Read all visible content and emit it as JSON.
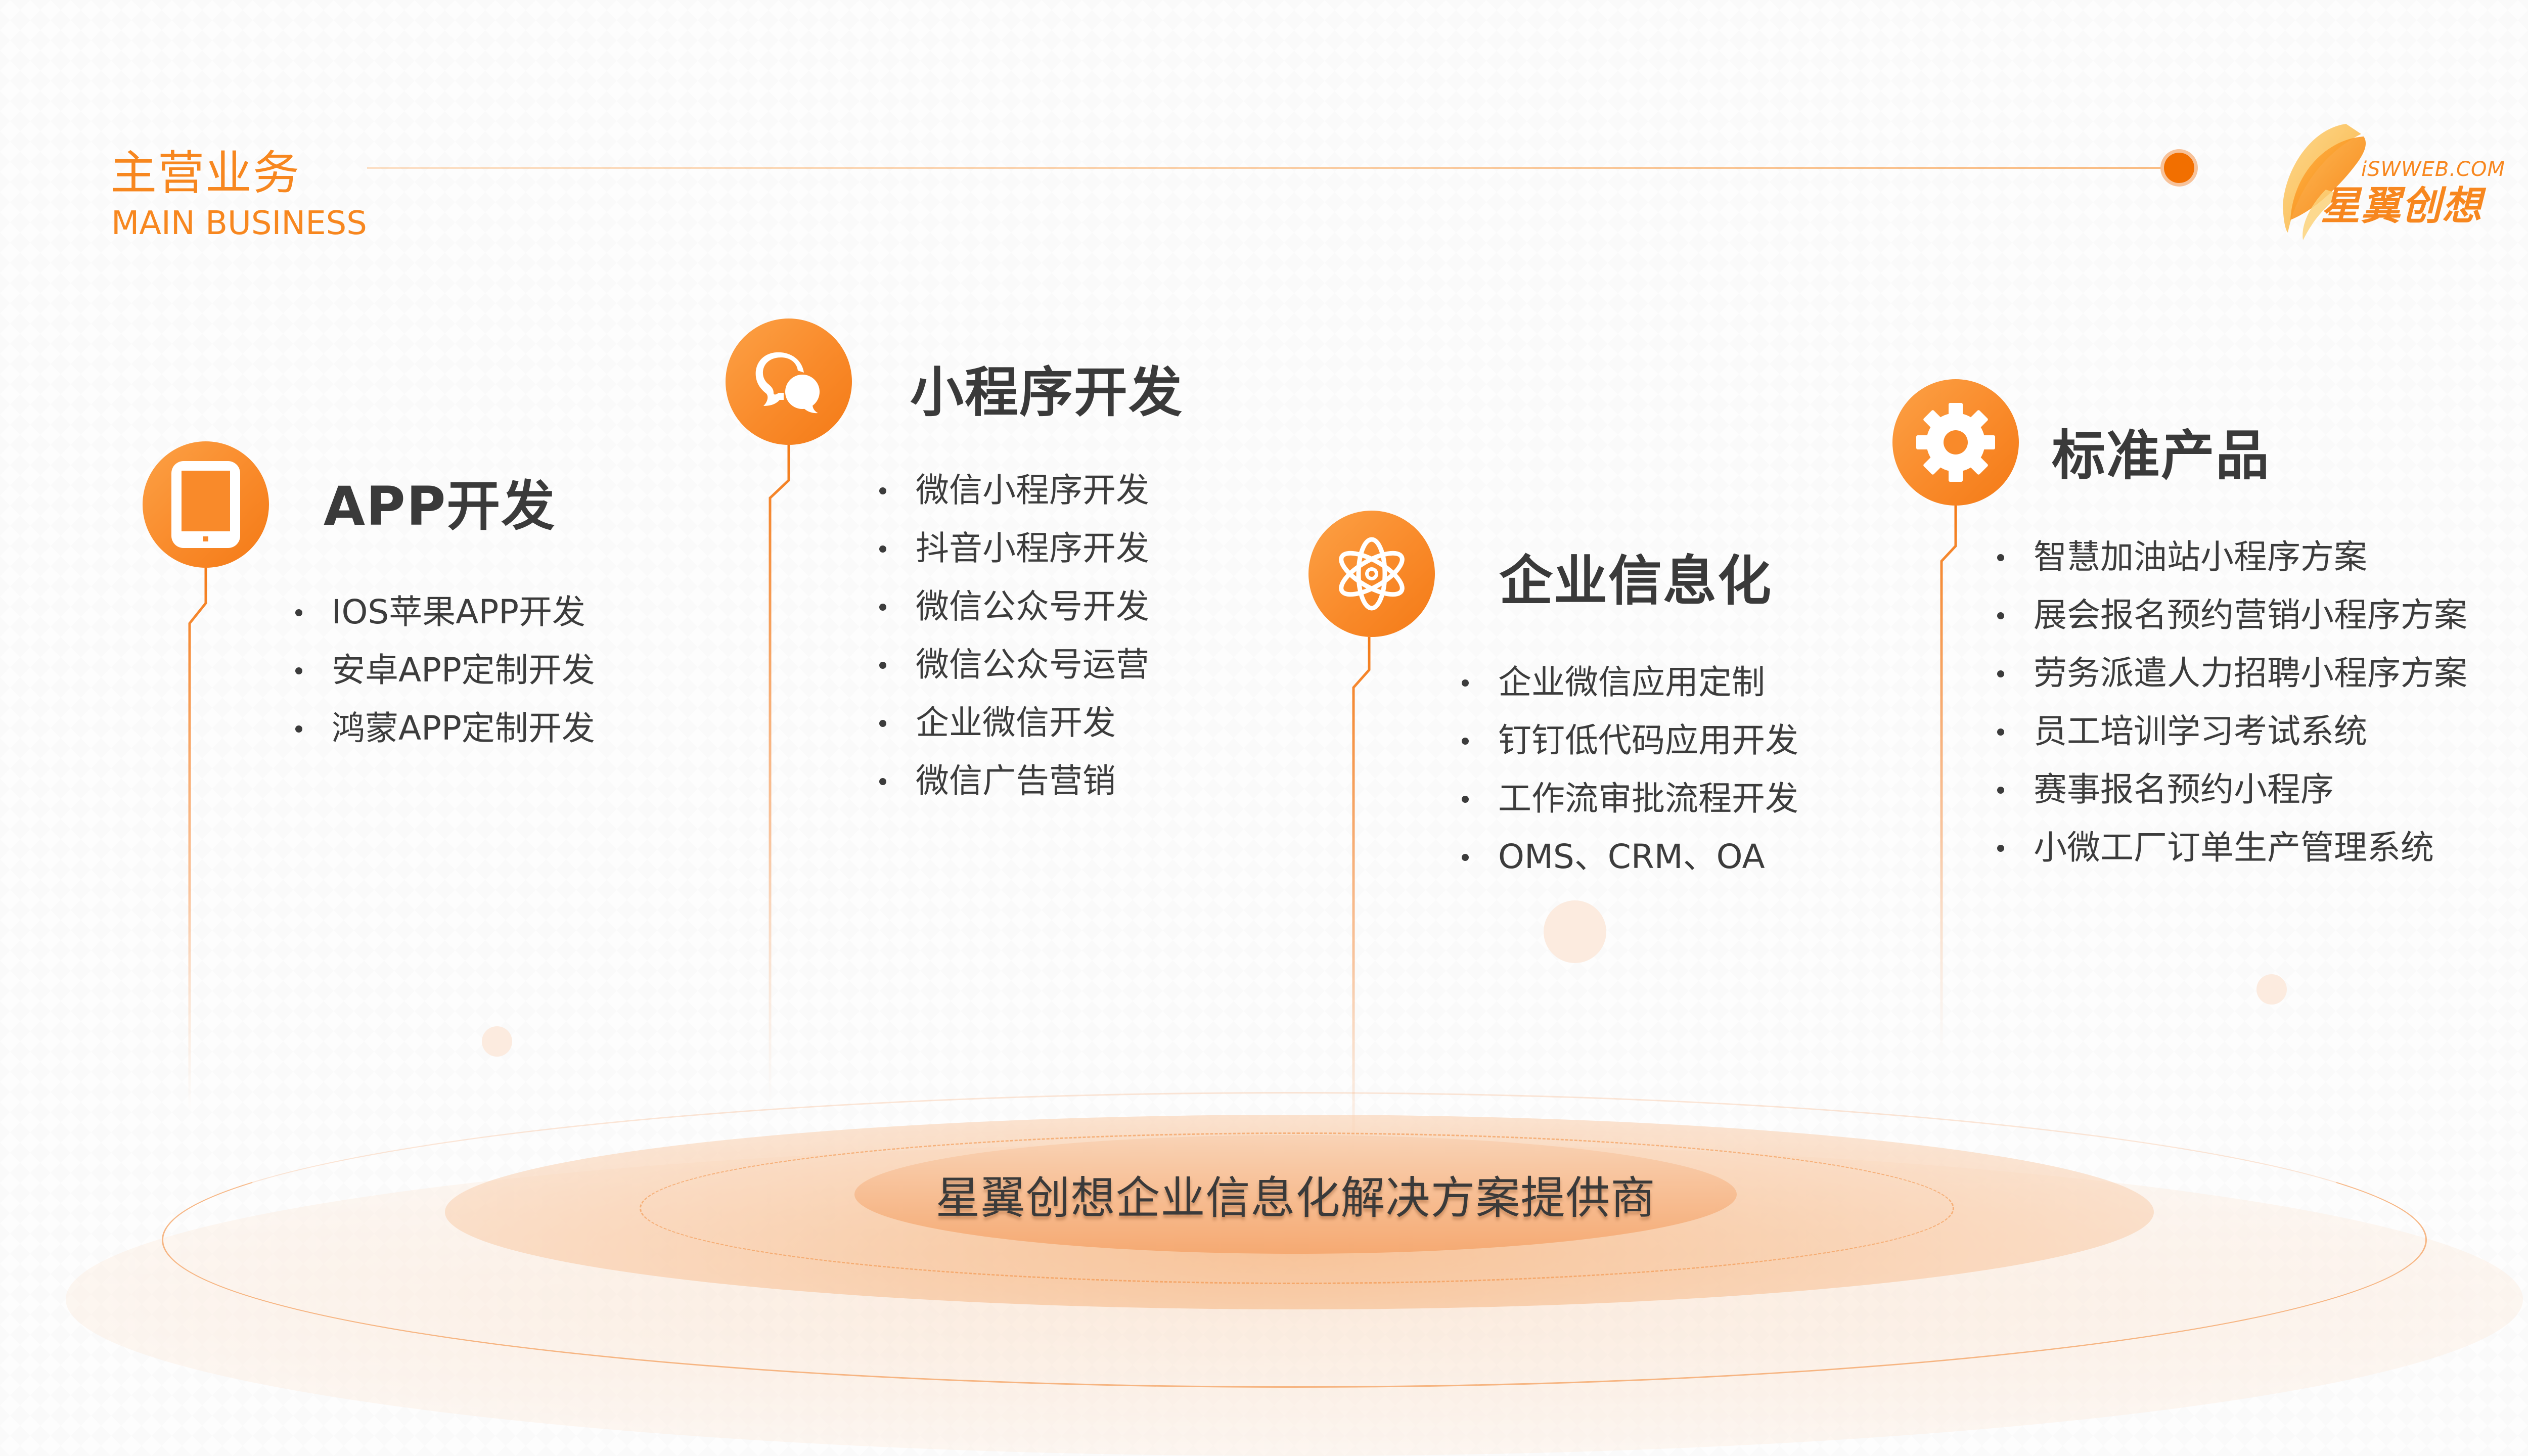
{
  "header": {
    "title_cn": "主营业务",
    "title_en": "MAIN BUSINESS"
  },
  "logo": {
    "url_text": "iSWWEB.COM",
    "brand_cn": "星翼创想"
  },
  "colors": {
    "accent": "#f7871f",
    "accent_dark": "#f26f00",
    "text": "#3c3c3c"
  },
  "cards": [
    {
      "icon": "tablet-icon",
      "title": "APP开发",
      "items": [
        "IOS苹果APP开发",
        "安卓APP定制开发",
        "鸿蒙APP定制开发"
      ]
    },
    {
      "icon": "chat-bubbles-icon",
      "title": "小程序开发",
      "items": [
        "微信小程序开发",
        "抖音小程序开发",
        "微信公众号开发",
        "微信公众号运营",
        "企业微信开发",
        "微信广告营销"
      ]
    },
    {
      "icon": "atom-icon",
      "title": "企业信息化",
      "items": [
        "企业微信应用定制",
        "钉钉低代码应用开发",
        "工作流审批流程开发",
        "OMS、CRM、OA"
      ]
    },
    {
      "icon": "gear-icon",
      "title": "标准产品",
      "items": [
        "智慧加油站小程序方案",
        "展会报名预约营销小程序方案",
        "劳务派遣人力招聘小程序方案",
        "员工培训学习考试系统",
        "赛事报名预约小程序",
        "小微工厂订单生产管理系统"
      ]
    }
  ],
  "footer": {
    "tagline": "星翼创想企业信息化解决方案提供商"
  }
}
